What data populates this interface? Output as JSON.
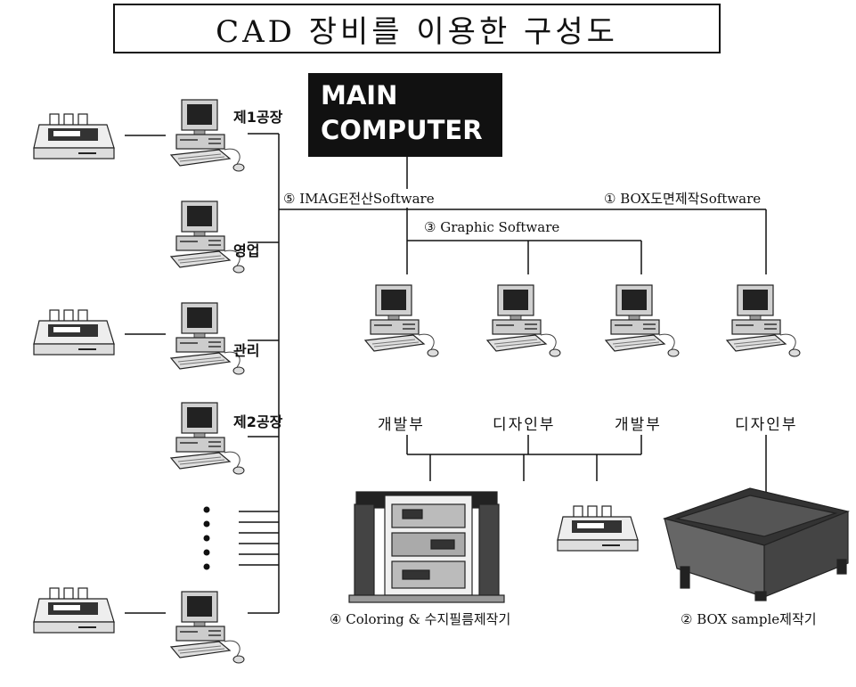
{
  "title": "CAD 장비를 이용한 구성도",
  "main_computer": {
    "line1": "MAIN",
    "line2": "COMPUTER"
  },
  "left_labels": {
    "factory1": "제1공장",
    "sales": "영업",
    "admin": "관리",
    "factory2": "제2공장"
  },
  "software": {
    "image": "⑤ IMAGE전산Software",
    "graphic": "③ Graphic Software",
    "box_drawing": "① BOX도면제작Software"
  },
  "departments": [
    "개발부",
    "디자인부",
    "개발부",
    "디자인부"
  ],
  "devices": {
    "coloring": "④ Coloring & 수지필름제작기",
    "box_sample": "② BOX sample제작기"
  }
}
